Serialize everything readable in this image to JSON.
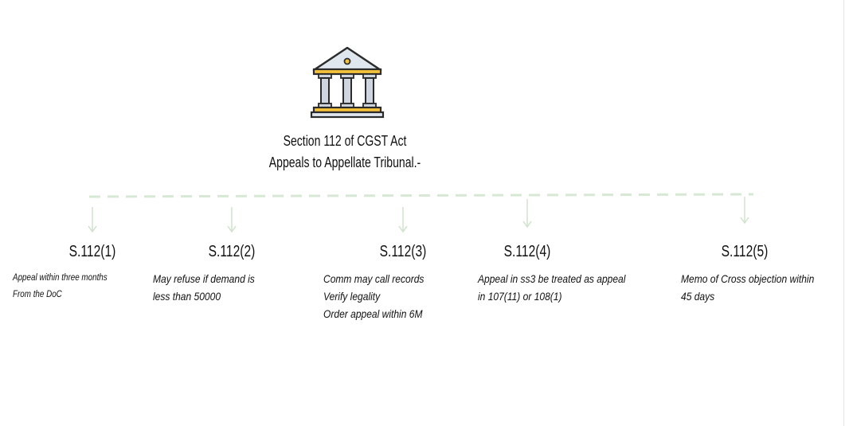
{
  "title": {
    "line1": "Section 112 of CGST Act",
    "line2": "Appeals to Appellate Tribunal.-"
  },
  "icon": "courthouse-icon",
  "colors": {
    "connector": "#d7e8d5",
    "arrow": "#cfe2cc",
    "building_outline": "#2b2b2b",
    "building_columns": "#cfd6df",
    "building_gold": "#f5c33b",
    "building_roof": "#dfe6ee"
  },
  "nodes": [
    {
      "label": "S.112(1)",
      "lines": [
        "Appeal within three months",
        "From the DoC"
      ]
    },
    {
      "label": "S.112(2)",
      "lines": [
        "May refuse if demand is",
        "less than 50000"
      ]
    },
    {
      "label": "S.112(3)",
      "lines": [
        "Comm may call records",
        "Verify legality",
        "Order appeal within 6M"
      ]
    },
    {
      "label": "S.112(4)",
      "lines": [
        "Appeal in ss3 be treated as appeal",
        "in 107(11) or 108(1)"
      ]
    },
    {
      "label": "S.112(5)",
      "lines": [
        "Memo of Cross objection within",
        "45 days"
      ]
    }
  ]
}
